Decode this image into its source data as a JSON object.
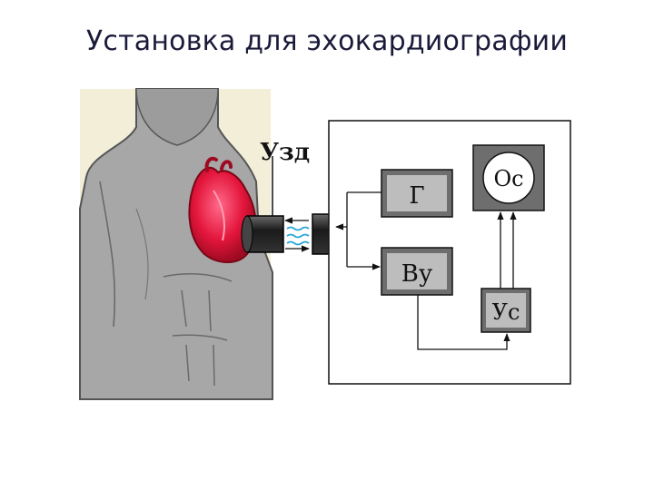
{
  "title": "Установка для эхокардиографии",
  "labels": {
    "transducer": "Узд",
    "generator": "Г",
    "input_amplifier": "Ву",
    "signal_amplifier": "Ус",
    "oscilloscope": "Ос"
  }
}
